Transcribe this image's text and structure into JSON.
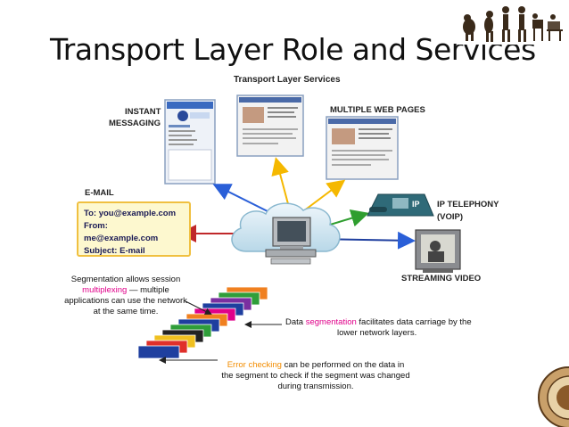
{
  "title": "Transport Layer Role and Services",
  "diagram": {
    "heading": "Transport Layer Services",
    "labels": {
      "instant_messaging_1": "INSTANT",
      "instant_messaging_2": "MESSAGING",
      "multiple_web_pages": "MULTIPLE WEB PAGES",
      "email": "E-MAIL",
      "ip_telephony_1": "IP TELEPHONY",
      "ip_telephony_2": "(VOIP)",
      "streaming_video": "STREAMING VIDEO",
      "ip_phone_badge": "IP"
    },
    "email_box": {
      "to": "To: you@example.com",
      "from": "From: me@example.com",
      "subject": "Subject: E-mail"
    },
    "multiplexing_note": {
      "line1": "Segmentation allows session",
      "line2_highlight": "multiplexing",
      "line2_rest": " — multiple",
      "line3": "applications can use the network",
      "line4": "at the same time."
    },
    "segmentation_note": {
      "prefix": "Data ",
      "highlight": "segmentation",
      "rest": " facilitates data carriage by the",
      "line2": "lower network layers."
    },
    "error_note": {
      "highlight": "Error checking",
      "rest": " can be performed on the data in",
      "line2": "the segment to check if the segment was changed",
      "line3": "during transmission."
    },
    "colors": {
      "arrow_blue": "#2a5fd8",
      "arrow_orange": "#f5b800",
      "arrow_red": "#c0282a",
      "arrow_green": "#2f9e2f",
      "segment_palette": [
        "#1f3f9f",
        "#e0302a",
        "#f0c020",
        "#222222",
        "#2f9e3a",
        "#1f3f9f",
        "#f08020",
        "#e0008a",
        "#1f3f9f",
        "#7a2fa0",
        "#2f9e3a",
        "#f08020"
      ]
    }
  }
}
